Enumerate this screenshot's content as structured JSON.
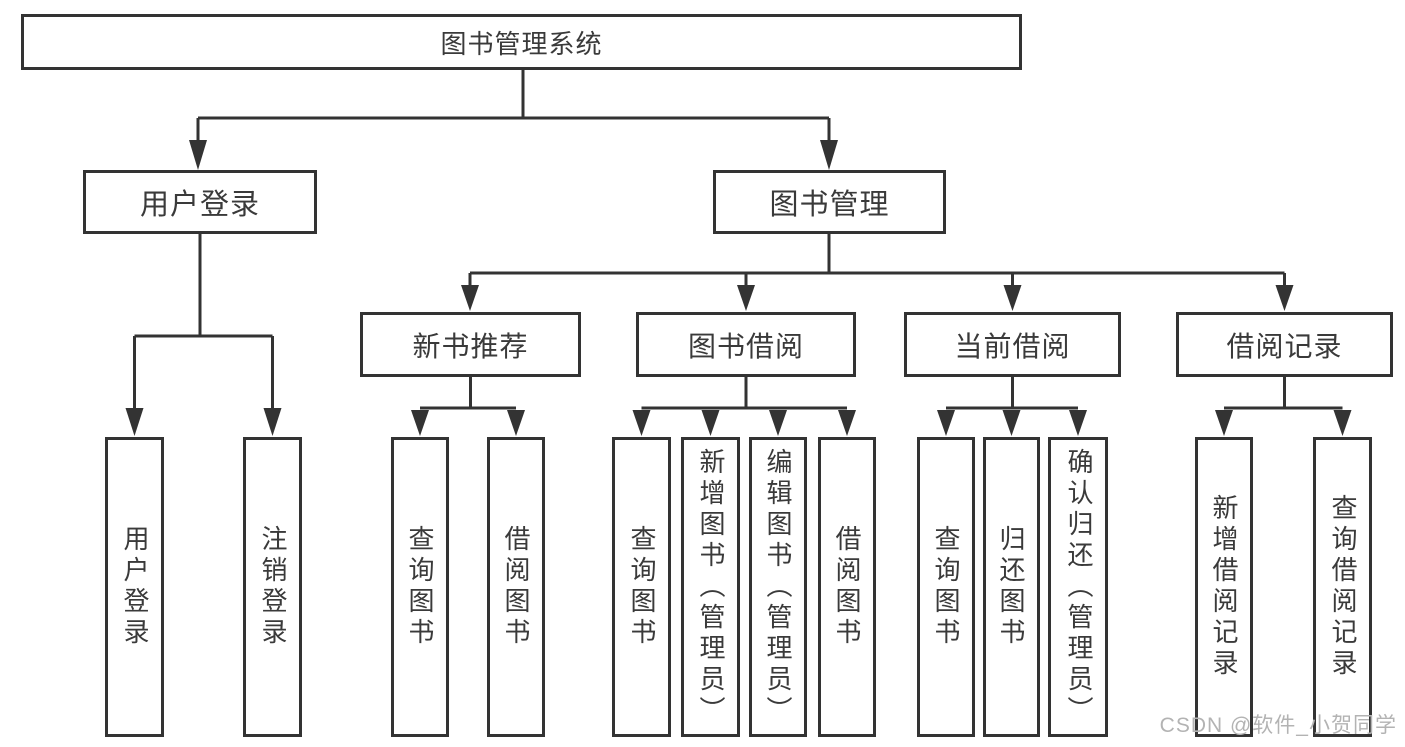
{
  "title": "图书管理系统",
  "tree": {
    "root": {
      "label": "图书管理系统"
    },
    "branches": [
      {
        "label": "用户登录",
        "children": [
          {
            "label": "用户登录"
          },
          {
            "label": "注销登录"
          }
        ]
      },
      {
        "label": "图书管理",
        "children": [
          {
            "label": "新书推荐",
            "children": [
              {
                "label": "查询图书"
              },
              {
                "label": "借阅图书"
              }
            ]
          },
          {
            "label": "图书借阅",
            "children": [
              {
                "label": "查询图书"
              },
              {
                "label": "新增图书（管理员）"
              },
              {
                "label": "编辑图书（管理员）"
              },
              {
                "label": "借阅图书"
              }
            ]
          },
          {
            "label": "当前借阅",
            "children": [
              {
                "label": "查询图书"
              },
              {
                "label": "归还图书"
              },
              {
                "label": "确认归还（管理员）"
              }
            ]
          },
          {
            "label": "借阅记录",
            "children": [
              {
                "label": "新增借阅记录"
              },
              {
                "label": "查询借阅记录"
              }
            ]
          }
        ]
      }
    ]
  },
  "watermark": "CSDN @软件_小贺同学",
  "colors": {
    "line": "#333333",
    "text": "#3a3a3a",
    "watermark": "#b3b3b3",
    "background": "#ffffff"
  }
}
